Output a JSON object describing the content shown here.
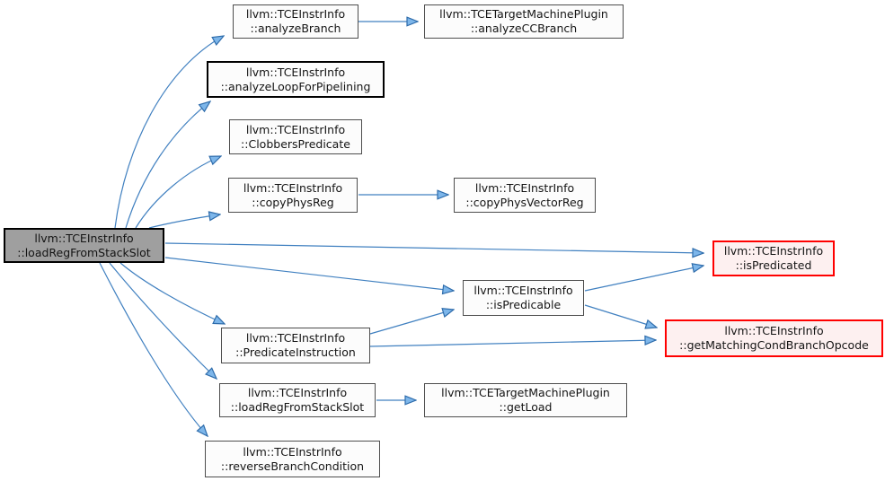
{
  "diagram": {
    "type": "doxygen-call-graph",
    "root_function": "llvm::TCEInstrInfo::loadRegFromStackSlot",
    "colors": {
      "edge_stroke": "#4080c0",
      "arrowhead_fill": "#7db6ea",
      "arrowhead_stroke": "#2e6cab",
      "node_fill": "#fcfcfc",
      "node_border": "#4d4d4d",
      "root_fill": "#9f9f9f",
      "highlight_fill": "#fdf0f0",
      "highlight_border": "#ff0000"
    },
    "nodes": [
      {
        "id": "root",
        "line1": "llvm::TCEInstrInfo",
        "line2": "::loadRegFromStackSlot",
        "style": "root"
      },
      {
        "id": "analyzeBranch",
        "line1": "llvm::TCEInstrInfo",
        "line2": "::analyzeBranch",
        "style": "normal"
      },
      {
        "id": "analyzeCCBranch",
        "line1": "llvm::TCETargetMachinePlugin",
        "line2": "::analyzeCCBranch",
        "style": "normal"
      },
      {
        "id": "analyzeLoopForPipelining",
        "line1": "llvm::TCEInstrInfo",
        "line2": "::analyzeLoopForPipelining",
        "style": "bold"
      },
      {
        "id": "ClobbersPredicate",
        "line1": "llvm::TCEInstrInfo",
        "line2": "::ClobbersPredicate",
        "style": "normal"
      },
      {
        "id": "copyPhysReg",
        "line1": "llvm::TCEInstrInfo",
        "line2": "::copyPhysReg",
        "style": "normal"
      },
      {
        "id": "copyPhysVectorReg",
        "line1": "llvm::TCEInstrInfo",
        "line2": "::copyPhysVectorReg",
        "style": "normal"
      },
      {
        "id": "isPredicated",
        "line1": "llvm::TCEInstrInfo",
        "line2": "::isPredicated",
        "style": "highlight"
      },
      {
        "id": "isPredicable",
        "line1": "llvm::TCEInstrInfo",
        "line2": "::isPredicable",
        "style": "normal"
      },
      {
        "id": "PredicateInstruction",
        "line1": "llvm::TCEInstrInfo",
        "line2": "::PredicateInstruction",
        "style": "normal"
      },
      {
        "id": "getMatchingCondBranchOpcode",
        "line1": "llvm::TCEInstrInfo",
        "line2": "::getMatchingCondBranchOpcode",
        "style": "highlight"
      },
      {
        "id": "loadRegFromStackSlot2",
        "line1": "llvm::TCEInstrInfo",
        "line2": "::loadRegFromStackSlot",
        "style": "normal"
      },
      {
        "id": "getLoad",
        "line1": "llvm::TCETargetMachinePlugin",
        "line2": "::getLoad",
        "style": "normal"
      },
      {
        "id": "reverseBranchCondition",
        "line1": "llvm::TCEInstrInfo",
        "line2": "::reverseBranchCondition",
        "style": "normal"
      }
    ],
    "edges": [
      {
        "from": "root",
        "to": "analyzeBranch"
      },
      {
        "from": "analyzeBranch",
        "to": "analyzeCCBranch"
      },
      {
        "from": "root",
        "to": "analyzeLoopForPipelining"
      },
      {
        "from": "root",
        "to": "ClobbersPredicate"
      },
      {
        "from": "root",
        "to": "copyPhysReg"
      },
      {
        "from": "copyPhysReg",
        "to": "copyPhysVectorReg"
      },
      {
        "from": "root",
        "to": "isPredicated"
      },
      {
        "from": "root",
        "to": "isPredicable"
      },
      {
        "from": "root",
        "to": "PredicateInstruction"
      },
      {
        "from": "PredicateInstruction",
        "to": "isPredicable"
      },
      {
        "from": "PredicateInstruction",
        "to": "getMatchingCondBranchOpcode"
      },
      {
        "from": "isPredicable",
        "to": "isPredicated"
      },
      {
        "from": "isPredicable",
        "to": "getMatchingCondBranchOpcode"
      },
      {
        "from": "root",
        "to": "loadRegFromStackSlot2"
      },
      {
        "from": "loadRegFromStackSlot2",
        "to": "getLoad"
      },
      {
        "from": "root",
        "to": "reverseBranchCondition"
      }
    ]
  }
}
